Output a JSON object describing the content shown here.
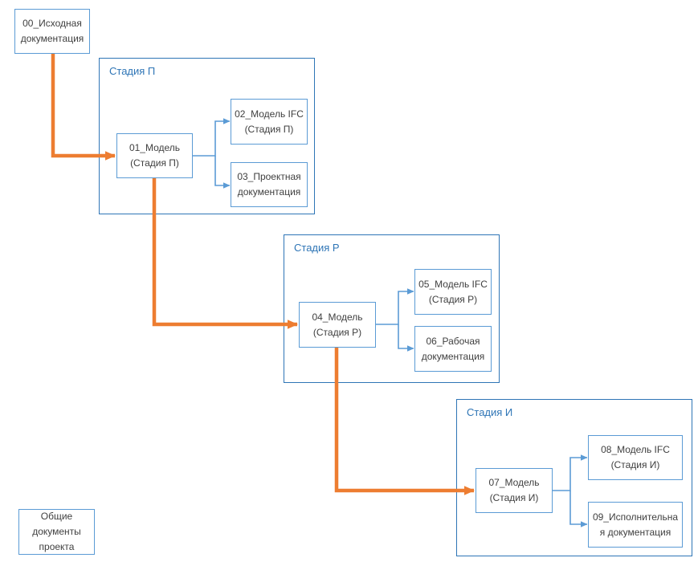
{
  "diagram": {
    "description": "BIM project documentation flow by design stages",
    "containers": [
      {
        "id": "stage-p",
        "label": "Стадия П"
      },
      {
        "id": "stage-r",
        "label": "Стадия Р"
      },
      {
        "id": "stage-i",
        "label": "Стадия И"
      }
    ],
    "nodes": [
      {
        "id": "00",
        "label": "00_Исходная документация"
      },
      {
        "id": "01",
        "label": "01_Модель (Стадия П)"
      },
      {
        "id": "02",
        "label": "02_Модель IFC (Стадия П)"
      },
      {
        "id": "03",
        "label": "03_Проектная документация"
      },
      {
        "id": "04",
        "label": "04_Модель (Стадия Р)"
      },
      {
        "id": "05",
        "label": "05_Модель IFC (Стадия Р)"
      },
      {
        "id": "06",
        "label": "06_Рабочая документация"
      },
      {
        "id": "07",
        "label": "07_Модель (Стадия И)"
      },
      {
        "id": "08",
        "label": "08_Модель IFC (Стадия И)"
      },
      {
        "id": "09",
        "label": "09_Исполнительная документация"
      },
      {
        "id": "common",
        "label": "Общие документы проекта"
      }
    ],
    "edges": {
      "main_flow": [
        {
          "from": "00_Исходная документация",
          "to": "01_Модель (Стадия П)",
          "style": "orange-arrow"
        },
        {
          "from": "01_Модель (Стадия П)",
          "to": "04_Модель (Стадия Р)",
          "style": "orange-arrow"
        },
        {
          "from": "04_Модель (Стадия Р)",
          "to": "07_Модель (Стадия И)",
          "style": "orange-arrow"
        }
      ],
      "outputs": [
        {
          "from": "01_Модель (Стадия П)",
          "to": "02_Модель IFC (Стадия П)",
          "style": "blue-arrow"
        },
        {
          "from": "01_Модель (Стадия П)",
          "to": "03_Проектная документация",
          "style": "blue-arrow"
        },
        {
          "from": "04_Модель (Стадия Р)",
          "to": "05_Модель IFC (Стадия Р)",
          "style": "blue-arrow"
        },
        {
          "from": "04_Модель (Стадия Р)",
          "to": "06_Рабочая документация",
          "style": "blue-arrow"
        },
        {
          "from": "07_Модель (Стадия И)",
          "to": "08_Модель IFC (Стадия И)",
          "style": "blue-arrow"
        },
        {
          "from": "07_Модель (Стадия И)",
          "to": "09_Исполнительная документация",
          "style": "blue-arrow"
        }
      ]
    },
    "colors": {
      "node_border": "#5B9BD5",
      "container_border": "#2E75B6",
      "container_label": "#2E75B6",
      "connector_blue": "#5B9BD5",
      "arrow_orange": "#ED7D31",
      "text": "#3f3f3f",
      "background": "#ffffff"
    }
  }
}
